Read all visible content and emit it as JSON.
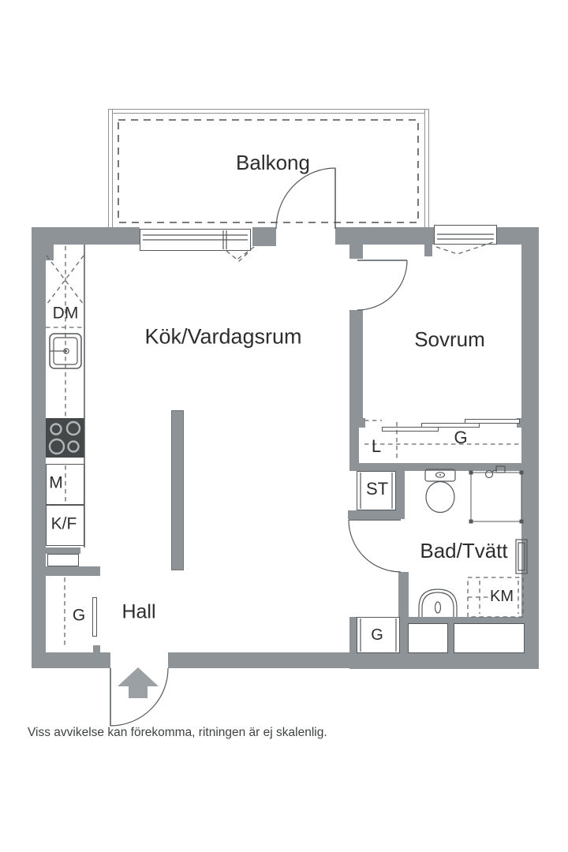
{
  "rooms": {
    "balcony": "Balkong",
    "kitchen_living": "Kök/Vardagsrum",
    "bedroom": "Sovrum",
    "bathroom": "Bad/Tvätt",
    "hall": "Hall"
  },
  "fixtures": {
    "dishwasher": "DM",
    "microwave": "M",
    "fridge_freezer": "K/F",
    "wardrobe_hall": "G",
    "wardrobe_bedroom": "G",
    "wardrobe_bath": "G",
    "linen_closet": "L",
    "cleaning_closet": "ST",
    "washing_machine": "KM"
  },
  "footer": {
    "disclaimer": "Viss avvikelse kan förekomma, ritningen är ej skalenlig."
  },
  "colors": {
    "bg": "#ffffff",
    "wall": "#8d9396",
    "wall_edge": "#6e7477",
    "line": "#54585b",
    "dash": "#65696c",
    "text": "#2d2d2d",
    "footer_text": "#3e4244",
    "stove": "#454849",
    "burner": "#b2b5b7",
    "arrow": "#9aa0a3"
  }
}
